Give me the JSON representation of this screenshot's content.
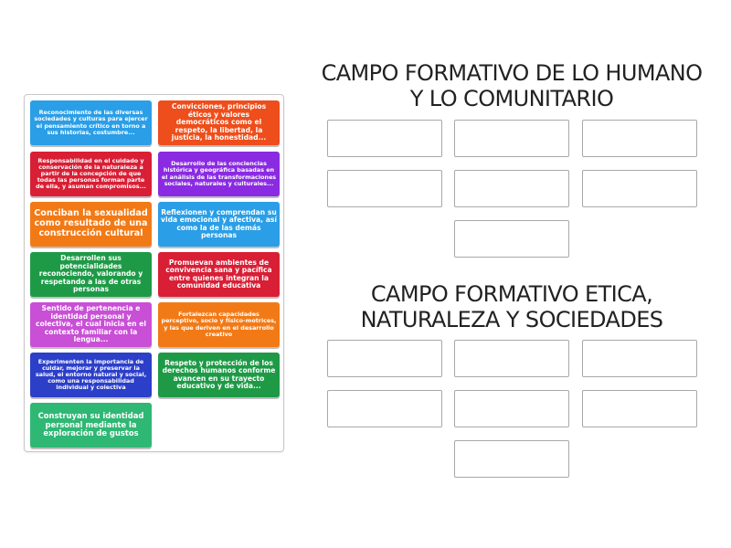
{
  "card_bank": {
    "cards": [
      {
        "text": "Reconocimiento de las diversas sociedades y culturas para ejercer el pensamiento crítico en torno a sus historias, costumbre...",
        "color": "#2a9ee6"
      },
      {
        "text": "Convicciones, principios éticos y valores democráticos como el respeto, la libertad, la justicia, la honestidad...",
        "color": "#ee4e1b"
      },
      {
        "text": "Responsabilidad en el cuidado y conservación de la naturaleza a partir de la concepción de que todas las personas forman parte de ella, y asuman compromisos...",
        "color": "#d81f35"
      },
      {
        "text": "Desarrollo de las conciencias histórica y geográfica basadas en el análisis de las transformaciones sociales, naturales y culturales...",
        "color": "#8a2be2"
      },
      {
        "text": "Conciban la sexualidad como resultado de una construcción cultural",
        "color": "#f27a16"
      },
      {
        "text": "Reflexionen y comprendan su vida emocional y afectiva, así como la de las demás personas",
        "color": "#2a9ee6"
      },
      {
        "text": "Desarrollen sus potencialidades reconociendo, valorando y respetando a las de otras personas",
        "color": "#1e9a47"
      },
      {
        "text": "Promuevan ambientes de convivencia sana y pacífica entre quienes integran la comunidad educativa",
        "color": "#d81f35"
      },
      {
        "text": "Sentido de pertenencia e identidad personal y colectiva, el cual inicia en el contexto familiar con la lengua...",
        "color": "#c94fd6"
      },
      {
        "text": "Fortalezcan capacidades perceptivo, socio y físico-motrices, y las que deriven en el desarrollo creativo",
        "color": "#f27a16"
      },
      {
        "text": "Experimenten la importancia de cuidar, mejorar y preservar la salud, el entorno natural y social, como una responsabilidad individual y colectiva",
        "color": "#2c3fc9"
      },
      {
        "text": "Respeto y protección de los derechos humanos conforme avancen en su trayecto educativo y de vida...",
        "color": "#1e9a47"
      },
      {
        "text": "Construyan su identidad personal mediante la exploración de gustos",
        "color": "#2fb774"
      }
    ]
  },
  "groups": [
    {
      "title": "CAMPO FORMATIVO DE LO HUMANO Y LO COMUNITARIO",
      "slots": 7
    },
    {
      "title": "CAMPO FORMATIVO ETICA, NATURALEZA Y SOCIEDADES",
      "slots": 7
    }
  ]
}
